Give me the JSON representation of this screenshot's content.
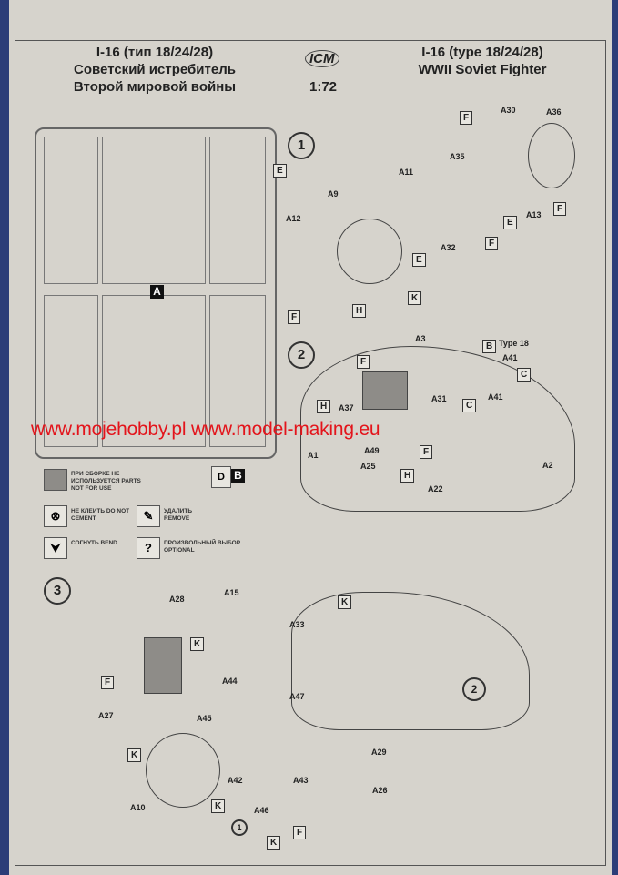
{
  "header": {
    "ru_title": "I-16 (тип 18/24/28)",
    "ru_line2": "Советский истребитель",
    "ru_line3": "Второй мировой войны",
    "logo": "ICM",
    "scale": "1:72",
    "en_title": "I-16 (type 18/24/28)",
    "en_line2": "WWII Soviet Fighter"
  },
  "sprues": {
    "a": "A",
    "b": "B",
    "b_icon": "D"
  },
  "watermark": "www.mojehobby.pl www.model-making.eu",
  "legend": {
    "not_for_use": "ПРИ СБОРКЕ НЕ ИСПОЛЬЗУЕТСЯ PARTS NOT FOR USE",
    "do_not_cement": "НЕ КЛЕИТЬ DO NOT CEMENT",
    "remove": "УДАЛИТЬ REMOVE",
    "bend": "СОГНУТЬ BEND",
    "optional": "ПРОИЗВОЛЬНЫЙ ВЫБОР OPTIONAL",
    "optional_icon": "?"
  },
  "steps": [
    "1",
    "2",
    "3"
  ],
  "ref_step": "2",
  "ref_step1": "1",
  "type_note": "Type 18",
  "parts": [
    "A30",
    "A36",
    "A35",
    "A11",
    "A13",
    "A32",
    "A9",
    "A12",
    "A41",
    "A41",
    "A3",
    "A31",
    "A37",
    "A49",
    "A25",
    "A22",
    "A1",
    "A2",
    "A28",
    "A15",
    "A33",
    "A44",
    "A27",
    "A45",
    "A47",
    "A29",
    "A42",
    "A43",
    "A10",
    "A46",
    "A26"
  ],
  "letters": [
    "F",
    "E",
    "F",
    "E",
    "F",
    "E",
    "K",
    "H",
    "F",
    "B",
    "C",
    "F",
    "C",
    "H",
    "F",
    "H",
    "K",
    "K",
    "F",
    "K",
    "K",
    "F",
    "K"
  ]
}
